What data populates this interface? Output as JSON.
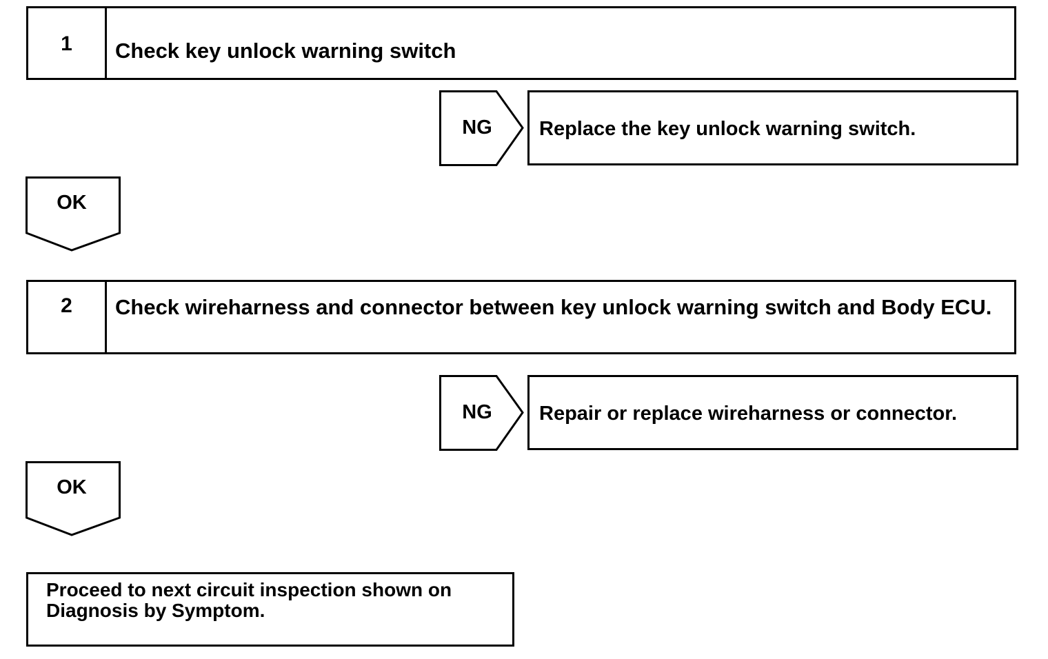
{
  "steps": [
    {
      "number": "1",
      "title": "Check key unlock warning switch"
    },
    {
      "number": "2",
      "title": "Check wireharness and connector between key unlock warning switch and Body ECU."
    }
  ],
  "branches": [
    {
      "ng_label": "NG",
      "action": "Replace the key unlock warning switch.",
      "ok_label": "OK"
    },
    {
      "ng_label": "NG",
      "action": "Repair or replace wireharness or connector.",
      "ok_label": "OK"
    }
  ],
  "final": {
    "text": "Proceed to next circuit inspection shown on Diagnosis by Symptom."
  }
}
